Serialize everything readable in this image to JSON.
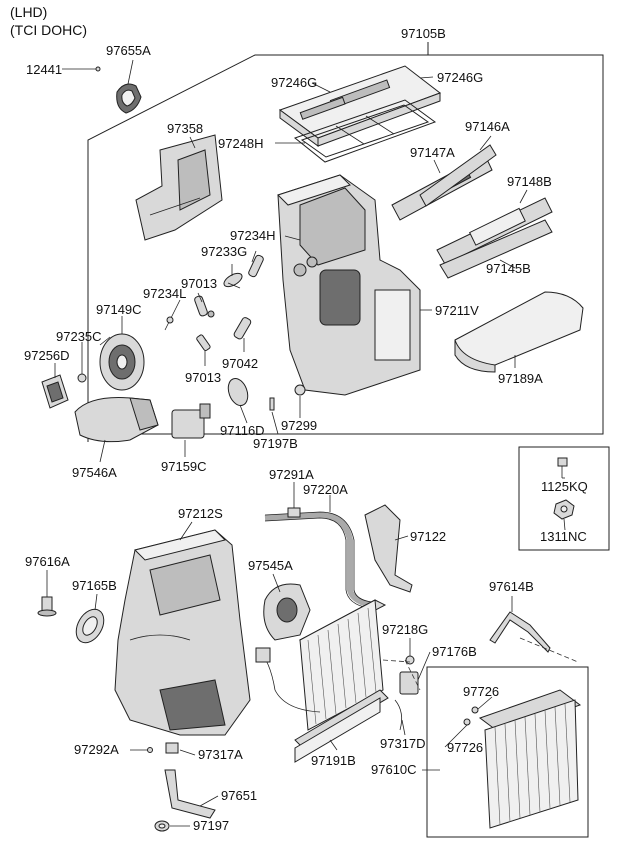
{
  "header": {
    "line1": "(LHD)",
    "line2": "(TCI DOHC)"
  },
  "parts": [
    {
      "id": "p01",
      "code": "97105B"
    },
    {
      "id": "p02",
      "code": "12441"
    },
    {
      "id": "p03",
      "code": "97655A"
    },
    {
      "id": "p04",
      "code": "97246G"
    },
    {
      "id": "p05",
      "code": "97246G"
    },
    {
      "id": "p06",
      "code": "97358"
    },
    {
      "id": "p07",
      "code": "97248H"
    },
    {
      "id": "p08",
      "code": "97146A"
    },
    {
      "id": "p09",
      "code": "97147A"
    },
    {
      "id": "p10",
      "code": "97148B"
    },
    {
      "id": "p11",
      "code": "97234H"
    },
    {
      "id": "p12",
      "code": "97233G"
    },
    {
      "id": "p13",
      "code": "97013"
    },
    {
      "id": "p14",
      "code": "97234L"
    },
    {
      "id": "p15",
      "code": "97149C"
    },
    {
      "id": "p16",
      "code": "97145B"
    },
    {
      "id": "p17",
      "code": "97211V"
    },
    {
      "id": "p18",
      "code": "97235C"
    },
    {
      "id": "p19",
      "code": "97256D"
    },
    {
      "id": "p20",
      "code": "97042"
    },
    {
      "id": "p21",
      "code": "97013"
    },
    {
      "id": "p22",
      "code": "97189A"
    },
    {
      "id": "p23",
      "code": "97116D"
    },
    {
      "id": "p24",
      "code": "97299"
    },
    {
      "id": "p25",
      "code": "97197B"
    },
    {
      "id": "p26",
      "code": "97546A"
    },
    {
      "id": "p27",
      "code": "97159C"
    },
    {
      "id": "p28",
      "code": "1125KQ"
    },
    {
      "id": "p29",
      "code": "97291A"
    },
    {
      "id": "p30",
      "code": "97220A"
    },
    {
      "id": "p31",
      "code": "1311NC"
    },
    {
      "id": "p32",
      "code": "97212S"
    },
    {
      "id": "p33",
      "code": "97122"
    },
    {
      "id": "p34",
      "code": "97616A"
    },
    {
      "id": "p35",
      "code": "97545A"
    },
    {
      "id": "p36",
      "code": "97165B"
    },
    {
      "id": "p37",
      "code": "97614B"
    },
    {
      "id": "p38",
      "code": "97218G"
    },
    {
      "id": "p39",
      "code": "97176B"
    },
    {
      "id": "p40",
      "code": "97726"
    },
    {
      "id": "p41",
      "code": "97292A"
    },
    {
      "id": "p42",
      "code": "97317A"
    },
    {
      "id": "p43",
      "code": "97317D"
    },
    {
      "id": "p44",
      "code": "97726"
    },
    {
      "id": "p45",
      "code": "97191B"
    },
    {
      "id": "p46",
      "code": "97610C"
    },
    {
      "id": "p47",
      "code": "97651"
    },
    {
      "id": "p48",
      "code": "97197"
    }
  ]
}
